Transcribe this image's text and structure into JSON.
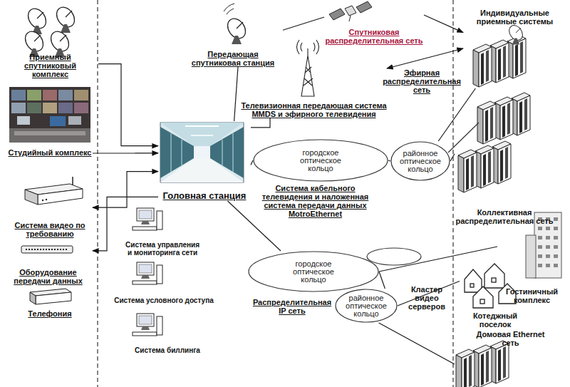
{
  "diagram": {
    "nodes": [
      {
        "text": [
          "Приемный спутниковый комплекс"
        ]
      },
      {
        "text": [
          "Студийный комплекс"
        ]
      },
      {
        "text": [
          "Система видео по требованию"
        ]
      },
      {
        "text": [
          "Оборудование передачи данных"
        ]
      },
      {
        "text": [
          "Телефония"
        ]
      },
      {
        "text": [
          "Головная станция"
        ]
      },
      {
        "text": [
          "Система управления и мониторинга сети"
        ]
      },
      {
        "text": [
          "Система условного доступа"
        ]
      },
      {
        "text": [
          "Система биллинга"
        ]
      },
      {
        "text": [
          "Передающая спутниковая станция"
        ]
      },
      {
        "text": [
          "Спутниковая распределительная сеть"
        ]
      },
      {
        "text": [
          "Телевизионная передающая система MMDS и эфирного телевидения"
        ]
      },
      {
        "text": [
          "городское оптическое кольцо"
        ]
      },
      {
        "text": [
          "районное оптическое кольцо"
        ]
      },
      {
        "text": [
          "городское оптическое кольцо"
        ]
      },
      {
        "text": [
          "районное оптическое кольцо"
        ]
      },
      {
        "text": [
          "Индивидуальные приемные системы"
        ]
      },
      {
        "text": [
          "Коллективная распределительная сеть"
        ]
      },
      {
        "text": [
          "Гостиничный комплекс"
        ]
      },
      {
        "text": [
          "Котеджный поселок"
        ]
      },
      {
        "text": [
          "Домовая Ethernet сеть"
        ]
      }
    ],
    "edges": [
      {
        "from": 0,
        "to": 5,
        "arrow": "to"
      },
      {
        "from": 1,
        "to": 5,
        "arrow": "to"
      },
      {
        "from": 2,
        "to": 5,
        "arrow": "both"
      },
      {
        "from": 5,
        "to": 3,
        "arrow": "to"
      },
      {
        "from": 5,
        "to": 9,
        "arrow": "none"
      },
      {
        "from": 9,
        "to": 10,
        "arrow": "none"
      },
      {
        "from": 10,
        "to": 16,
        "arrow": "to"
      },
      {
        "from": 5,
        "to": 11,
        "arrow": "none"
      },
      {
        "from": 11,
        "to": 16,
        "label": "Эфирная распределительная сеть",
        "arrow": "both"
      },
      {
        "from": 5,
        "to": 12,
        "arrow": "none"
      },
      {
        "from": 12,
        "to": 13,
        "arrow": "none"
      },
      {
        "from": 13,
        "to": 16,
        "arrow": "none"
      },
      {
        "from": 13,
        "to": 17,
        "arrow": "none"
      },
      {
        "from": 5,
        "to": 14,
        "arrow": "none"
      },
      {
        "from": 14,
        "to": 15,
        "arrow": "none"
      },
      {
        "from": 14,
        "to": 18,
        "arrow": "none"
      },
      {
        "from": 15,
        "to": 19,
        "arrow": "none"
      },
      {
        "from": 15,
        "to": 20,
        "arrow": "none"
      }
    ],
    "labels": [
      "Система кабельного телевидения и наложенная система передачи данных MotroEthernet",
      "Распределительная IP сеть",
      "Кластер видео серверов"
    ]
  }
}
